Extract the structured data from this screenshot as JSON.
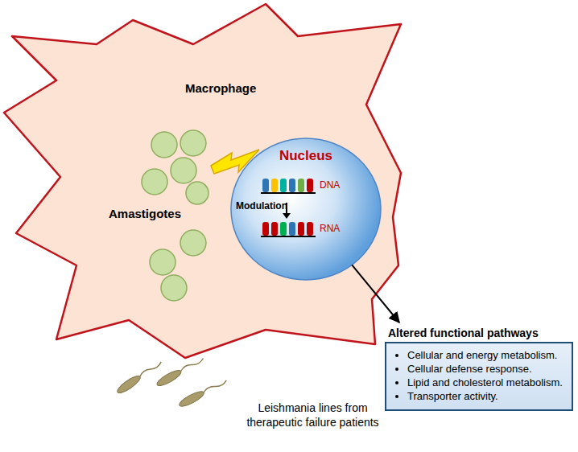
{
  "diagram": {
    "nodes": [
      {
        "text": [
          "Macrophage",
          "Amastigotes"
        ]
      },
      {
        "text": [
          "Nucleus",
          "DNA",
          "Modulation",
          "RNA"
        ],
        "in": 0
      },
      {
        "text": [
          "Altered functional pathways",
          "Cellular and energy metabolism.",
          "Cellular defense response.",
          "Lipid and cholesterol metabolism.",
          "Transporter activity."
        ]
      }
    ],
    "edges": [
      {
        "from": 1,
        "to": 2,
        "arrow": "to"
      }
    ],
    "labels": [
      "Leishmania lines from therapeutic failure patients"
    ]
  }
}
